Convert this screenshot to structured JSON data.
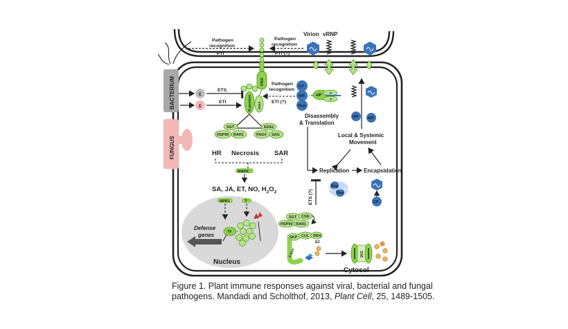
{
  "side_tabs": {
    "bacterium": "BACTERIUM",
    "fungus": "FUNGUS"
  },
  "top": {
    "pathogen_recognition_left": [
      "Pathogen",
      "recognition"
    ],
    "pti_left": "PTI",
    "pathogen_recognition_right": [
      "Pathogen",
      "recognition"
    ],
    "pti_right": "PTI (?)",
    "virion": "Virion",
    "vrnp": "vRNP"
  },
  "effectors": {
    "e1": "E",
    "e2": "E",
    "ets": "ETS",
    "eti": "ETI"
  },
  "receptors": {
    "prr": "PRR",
    "r_protein": "R-protein",
    "rin4": "RIN4"
  },
  "viral_recognition": {
    "label": [
      "Pathogen",
      "recognition"
    ],
    "eti": "ETI (?)"
  },
  "viral_proteins": {
    "cp": "CP",
    "mp": "MP",
    "rep": "Rep",
    "eif": "eIF",
    "cap5": "5'",
    "cap3": "3'"
  },
  "disassembly": [
    "Disassembly",
    "& Translation"
  ],
  "sgt_complex": [
    "SGT",
    "HSP90",
    "RAR1"
  ],
  "eds_complex": [
    "EDS1",
    "PAD4",
    "SAG"
  ],
  "responses": {
    "hr": "HR",
    "necrosis": "Necrosis",
    "sar": "SAR"
  },
  "mapk": "MAPK",
  "signals": {
    "main": "SA, JA, ET, NO, H",
    "sub": "2",
    "tail": "O",
    "sub2": "2"
  },
  "nucleus": {
    "npr1": "NPR1",
    "q": "?",
    "tf": "TF",
    "defense": [
      "Defense",
      "genes"
    ],
    "label": "Nucleus"
  },
  "viral_cycle": {
    "movement": [
      "Local & Systemic",
      "Movement"
    ],
    "replication": "Replication",
    "encapsidation": "Encapsidation",
    "ets_q": "ETS (?)",
    "rep1": "Rep",
    "rep2": "Rep",
    "cp": "CP",
    "mp1": "MP",
    "mp2": "MP"
  },
  "scf": {
    "sgt": "SGT",
    "csn": "CSN",
    "hsp90": "HSP90",
    "rar1": "RAR1",
    "skp": "SKP",
    "cul": "CUL",
    "rbx": "RBX",
    "e2": "E2",
    "fbox": "F-box",
    "proteasome": "26S",
    "ub": "Ub"
  },
  "cytosol": "Cytosol",
  "caption": {
    "line1": "Figure 1. Plant immune responses against viral, bacterial and fungal",
    "line2a": "pathogens. Mandadi and Scholthof, 2013, ",
    "journal": "Plant Cell",
    "line2b": ", 25, 1489-1505."
  },
  "colors": {
    "green": "#8fd14f",
    "green_dark": "#4e9a1f",
    "blue": "#3a73b8",
    "gray_tab": "#a8a8a8",
    "pink_tab": "#f2b8b8",
    "nucleus": "#d9d9d9"
  }
}
